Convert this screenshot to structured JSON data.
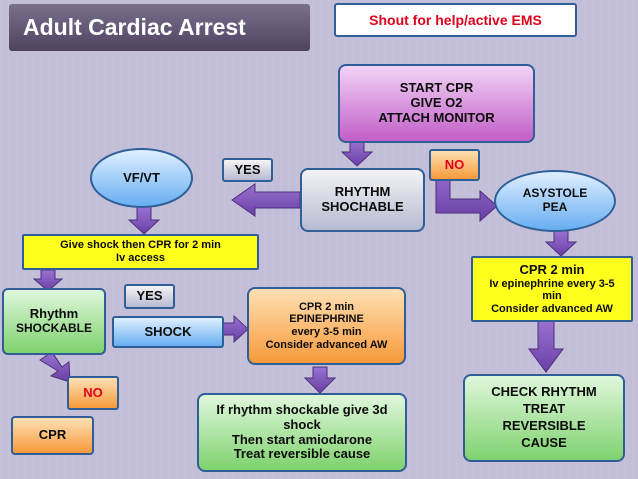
{
  "title": "Adult Cardiac Arrest",
  "shout": "Shout for help/active EMS",
  "start_box": {
    "line1": "START CPR",
    "line2": "GIVE  O2",
    "line3": "ATTACH MONITOR"
  },
  "rhythm_box": {
    "line1": "RHYTHM",
    "line2": "SHOCHABLE"
  },
  "yes_top": "YES",
  "no_top": "NO",
  "vfvt": "VF/VT",
  "asystole": {
    "line1": "ASYSTOLE",
    "line2": "PEA"
  },
  "give_shock": {
    "line1": "Give shock then CPR  for 2 min",
    "line2": "Iv access"
  },
  "cpr_iv_box": {
    "line1": "CPR  2   min",
    "line2": "Iv  epinephrine every 3-5",
    "line3": "min",
    "line4": "Consider advanced AW"
  },
  "rhythm_shockable": {
    "line1": "Rhythm",
    "line2": "SHOCKABLE"
  },
  "yes_mid": "YES",
  "shock": "SHOCK",
  "epi_box": {
    "line1": "CPR 2 min",
    "line2": "EPINEPHRINE",
    "line3": "every 3-5 min",
    "line4": "Consider advanced AW"
  },
  "no_bottom": "NO",
  "cpr": "CPR",
  "third_shock_box": {
    "line1": "If rhythm shockable give 3d",
    "line2": "shock",
    "line3": "Then start amiodarone",
    "line4": "Treat reversible cause"
  },
  "check_rhythm_box": {
    "line1": "CHECK RHYTHM",
    "line2": "TREAT",
    "line3": "REVERSIBLE",
    "line4": "CAUSE"
  },
  "colors": {
    "arrow": "#7a4fb3",
    "title_bg": "#5d536f",
    "shout_text": "#e0001b",
    "no_text": "#e0001b"
  }
}
